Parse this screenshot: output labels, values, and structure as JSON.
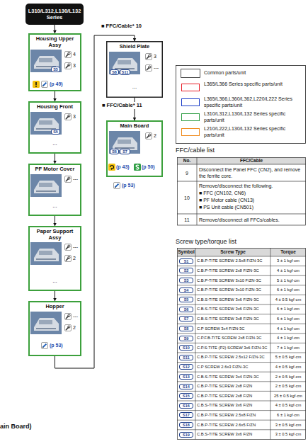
{
  "diagram": {
    "nodes": [
      {
        "text": [
          "L310/L312,L130/L132 Series"
        ]
      },
      {
        "text": [
          "Housing Upper Assy",
          "S5",
          "4",
          "3",
          "(p 49)"
        ]
      },
      {
        "text": [
          "Housing Front",
          "S5",
          "3",
          "..."
        ]
      },
      {
        "text": [
          "PF Motor Cover",
          "---",
          "..."
        ]
      },
      {
        "text": [
          "Paper Support Assy",
          "---",
          "2",
          "..."
        ]
      },
      {
        "text": [
          "Hopper",
          "---",
          "2",
          "(p 53)"
        ]
      },
      {
        "text": [
          "Shield Plate",
          "S8",
          "S11",
          "3",
          "---",
          "..."
        ]
      },
      {
        "text": [
          "Main Board",
          "S6",
          "S7",
          "2",
          "(p 43)",
          "(p 50)",
          "(p 53)"
        ]
      }
    ],
    "edges": [
      {
        "from": 0,
        "to": 1,
        "arrow": "to"
      },
      {
        "from": 1,
        "to": 2,
        "arrow": "to"
      },
      {
        "from": 2,
        "to": 3,
        "arrow": "to"
      },
      {
        "from": 3,
        "to": 4,
        "arrow": "to"
      },
      {
        "from": 4,
        "to": 5,
        "arrow": "to"
      },
      {
        "from": 5,
        "to": 6,
        "label": "■ FFC/Cable* 10",
        "arrow": "to"
      },
      {
        "from": 6,
        "to": 7,
        "label": "■ FFC/Cable* 11",
        "arrow": "to"
      }
    ],
    "labels": [
      "FFC/cable list",
      "No.",
      "FFC/Cable",
      "9",
      "Disconnect the Panel FFC (CN2), and remove the ferrite core.",
      "10",
      "Remove/disconnect the following.",
      "■ FFC (CN102, CN6)",
      "■ PF Motor cable (CN13)",
      "■ PS Unit cable (CN501)",
      "11",
      "Remove/disconnect all FFCs/cables.",
      "Screw type/torque list",
      "Symbol",
      "Screw Type",
      "Torque",
      "S1",
      "C.B.P-TITE SCREW 2.5x8 F/ZN-3C",
      "3 ± 1 kgf·cm",
      "S2",
      "C.B.P-TITE SCREW 2x8 F/ZN-3C",
      "4 ± 1 kgf·cm",
      "S3",
      "C.B.P-TITE SCREW 3x10 F/ZN-3C",
      "5 ± 1 kgf·cm",
      "S4",
      "C.B.P-TITE SCREW 3x10 F/ZN-3C",
      "6 ± 1 kgf·cm",
      "S5",
      "C.B.S-TITE SCREW 3x6 F/ZN-3C",
      "4 ± 0.5 kgf·cm",
      "S6",
      "C.B.S-TITE SCREW 3x6 F/ZN-3C",
      "6 ± 1 kgf·cm",
      "S7",
      "C.B.S-TITE SCREW 3x8 F/ZN-3C",
      "6 ± 1 kgf·cm",
      "S8",
      "C.P SCREW 3x4 F/ZN-3C",
      "4 ± 1 kgf·cm",
      "S9",
      "C.P.F.B-TITE SCREW 2x8 F/ZN-3C",
      "4 ± 1 kgf·cm",
      "S10",
      "C.P.S-TITE (P2) SCREW 3x6 F/ZN-3C",
      "7 ± 1 kgf·cm",
      "S11",
      "C.B.P-TITE SCREW 2.5x12 F/ZN-3C",
      "5 ± 0.5 kgf·cm",
      "S12",
      "C.P SCREW 2.6x3 F/ZN-3C",
      "4 ± 0.5 kgf·cm",
      "S13",
      "C.B.S-TITE SCREW 3x4 F/ZN-3C",
      "2 ± 0.5 kgf·cm",
      "S14",
      "C.B.P-TITE SCREW 2x8 F/ZN",
      "2 ± 0.5 kgf·cm",
      "S15",
      "C.B.P-TITE SCREW 2x8 F/ZN",
      "25 ± 0.5 kgf·cm",
      "S16",
      "C.B.S-TITE SCREW 3x6 F/ZN",
      "4 ± 0.5 kgf·cm",
      "S17",
      "C.B.P-TITE SCREW 2.5x8 F/ZN",
      "6 ± 1 kgf·cm",
      "S18",
      "C.B.P-TITE SCREW 2.6x5 F/ZN",
      "3 ± 0.5 kgf·cm",
      "S19",
      "C.B.S-TITE SCREW 3x6 F/ZN",
      "3 ± 0.5 kgf·cm",
      "ain Board)"
    ],
    "legend": [
      {
        "text": "Common parts/unit",
        "color": "#ffffff"
      },
      {
        "text": "L365/L366 Series specific parts/unit",
        "color": "#e8202a"
      },
      {
        "text": "L365/L366,L360/L362,L220/L222 Series specific parts/unit",
        "color": "#1a3cc8"
      },
      {
        "text": "L310/L312,L130/L132 Series specific parts/unit",
        "color": "#2f9e44"
      },
      {
        "text": "L210/L222,L130/L132 Series specific parts/unit",
        "color": "#f08a1c"
      }
    ]
  }
}
